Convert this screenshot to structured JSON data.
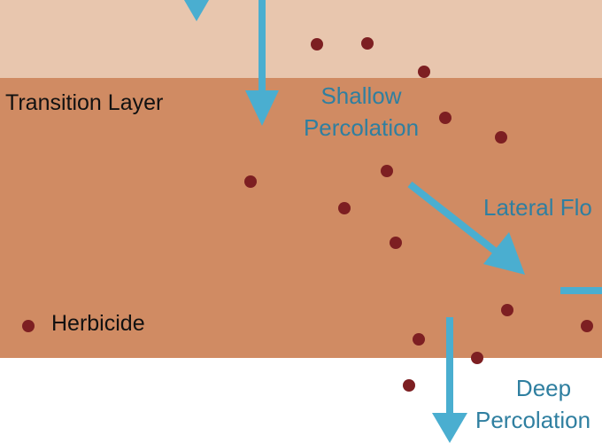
{
  "layers": {
    "top_label": "Transition Layer"
  },
  "legend": {
    "herbicide_label": "Herbicide"
  },
  "flows": {
    "shallow_line1": "Shallow",
    "shallow_line2": "Percolation",
    "lateral": "Lateral Flo",
    "deep_line1": "Deep",
    "deep_line2": "Percolation"
  },
  "colors": {
    "top_soil": "#e8c6ae",
    "mid_soil": "#d08b63",
    "arrow": "#4aaed0",
    "label_text": "#2f7fa0",
    "herbicide_dot": "#7d1f22",
    "background": "#ffffff"
  },
  "icons": {
    "herbicide": "dot",
    "flow": "arrow"
  }
}
